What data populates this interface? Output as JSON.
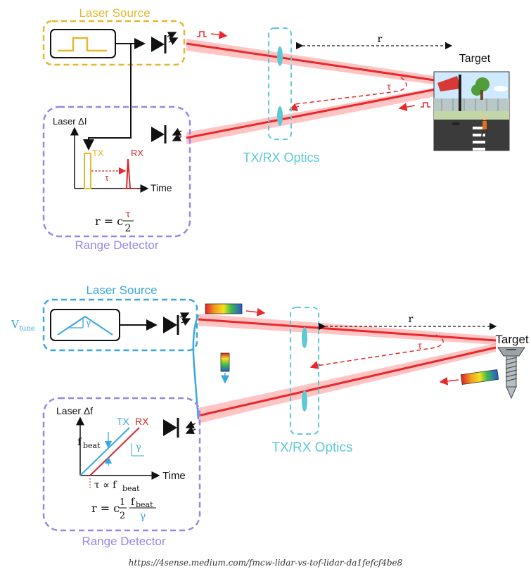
{
  "tof": {
    "laser_source_label": "Laser Source",
    "range_detector_label": "Range Detector",
    "optics_label": "TX/RX Optics",
    "target_label": "Target",
    "r_label": "r",
    "tau_label": "τ",
    "y_axis_label": "Laser  ΔI",
    "x_axis_label": "Time",
    "tx_label": "TX",
    "rx_label": "RX",
    "formula_lhs": "r = c",
    "formula_num": "τ",
    "formula_den": "2"
  },
  "fmcw": {
    "laser_source_label": "Laser Source",
    "range_detector_label": "Range Detector",
    "optics_label": "TX/RX Optics",
    "target_label": "Target",
    "r_label": "r",
    "tau_label": "τ",
    "vtune_main": "V",
    "vtune_sub": "tune",
    "gamma_label": "γ",
    "y_axis_label": "Laser  Δf",
    "x_axis_label": "Time",
    "tx_label": "TX",
    "rx_label": "RX",
    "fbeat_main": "f",
    "fbeat_sub": "beat",
    "tau_prop_label": "τ ∝ f",
    "tau_prop_sub": "beat",
    "formula_lhs": "r = c",
    "formula_half_num": "1",
    "formula_half_den": "2",
    "formula_num_main": "f",
    "formula_num_sub": "beat",
    "formula_den": "γ"
  },
  "source_url": "https://4sense.medium.com/fmcw-lidar-vs-tof-lidar-da1fefcf4be8",
  "colors": {
    "tof_accent": "#e6b830",
    "fmcw_accent": "#3aa8e0",
    "detector": "#9b86e6",
    "optics": "#5ccad6",
    "beam": "#e8282a",
    "rx_red": "#d42a2a"
  }
}
